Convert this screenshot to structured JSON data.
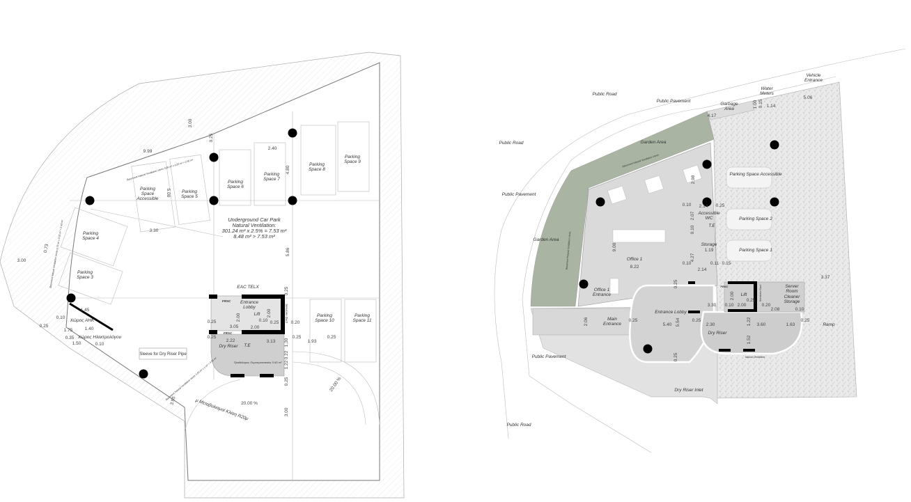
{
  "basement_plan": {
    "parking_spaces": [
      "Parking Space Accessible",
      "Parking Space 5",
      "Parking Space 6",
      "Parking Space 7",
      "Parking Space 8",
      "Parking Space 9",
      "Parking Space 4",
      "Parking Space 3",
      "Parking Space 10",
      "Parking Space 11"
    ],
    "car_park_note": [
      "Underground Car Park",
      "Natural Ventilation:",
      "301.24 m² x 2.5% = 7.53 m²",
      "8.48 m² > 7.53 m²"
    ],
    "rooms": {
      "entrance_lobby": "Entrance Lobby",
      "lift": "Lift",
      "dry_riser": "Dry Riser",
      "te": "T.E",
      "eac_telx": "EAC  TELX",
      "frsc": "FRSC",
      "services_duct": "Services Duct",
      "ahk": "Χώρος ΑΗΚ",
      "generator": "Χώρος Ηλεκτρολόγου",
      "stair_note": "Προθάλαμος Πυροπροστασίας 5.60 m²"
    },
    "callout": "Sleeve for Dry Riser Pipe",
    "vent_notes": [
      "Basement Natural Ventilation Vents 9.09 m² x 0.25 m² = 2.50 m²",
      "Basement Natural Ventilation Vents 9.73 m² x 0.25 m² = 2.43 m²",
      "Basement Natural Ventilation Vents 3.55 m² x 1 m² = 3.55 m²"
    ],
    "ramp_note": "μ Μεταβολισμοί Κλίση R20μ",
    "slopes": [
      "20.00 %",
      "20.00 %"
    ],
    "dimensions": [
      "9.99",
      "3.00",
      "0.25",
      "2.40",
      "4.80",
      "5.00",
      "3.30",
      "5.86",
      "0.73",
      "3.00",
      "0.25",
      "0.10",
      "1.45",
      "1.75",
      "1.40",
      "0.35",
      "1.50",
      "0.10",
      "0.25",
      "3.05",
      "2.00",
      "0.10",
      "2.00",
      "0.25",
      "0.20",
      "2.00",
      "0.25",
      "2.22",
      "3.13",
      "1.30",
      "0.25",
      "1.93",
      "0.25",
      "0.22",
      "1.22",
      "0.25",
      "3.55",
      "3.00",
      "0.25"
    ]
  },
  "ground_plan": {
    "labels": {
      "public_road_1": "Public Road",
      "public_road_2": "Public Road",
      "public_road_3": "Public Road",
      "public_pavement_1": "Public Pavement",
      "public_pavement_2": "Public Pavement",
      "public_pavement_3": "Public Pavement",
      "vehicle_entrance": "Vehicle Entrance",
      "water_meters": "Water Meters",
      "garbage_area": "Garbage Area",
      "garden_area_1": "Garden Area",
      "garden_area_2": "Garden Area",
      "vent_strip_1": "Basement Natural Ventilation Vents",
      "vent_strip_2": "Basement Natural Ventilation Vents",
      "office_1": "Office 1",
      "office_1_entrance": "Office 1 Entrance",
      "main_entrance": "Main Entrance",
      "entrance_lobby": "Entrance Lobby",
      "accessible_wc": "Accessible WC",
      "te": "T.E",
      "storage": "Storage",
      "lift": "Lift",
      "frsc": "FRSC",
      "services_duct": "Services Duct",
      "server_room": "Server Room",
      "cleaner_storage": "Cleaner Storage",
      "dry_riser": "Dry Riser",
      "dry_riser_inlet": "Dry Riser Inlet",
      "natural_ventilation": "Natural Ventilation",
      "ramp": "Ramp",
      "parking_accessible": "Parking Space Accessible",
      "parking_2": "Parking Space 2",
      "parking_1": "Parking Space 1"
    },
    "dimensions": [
      "5.06",
      "4.17",
      "1.00",
      "0.15",
      "1.14",
      "2.98",
      "0.10",
      "2.14",
      "0.25",
      "2.07",
      "0.10",
      "9.00",
      "4.27",
      "1.19",
      "8.22",
      "0.10",
      "2.14",
      "0.11",
      "0.15",
      "3.37",
      "2.00",
      "0.10",
      "2.00",
      "0.25",
      "0.20",
      "2.08",
      "0.10",
      "3.30",
      "2.06",
      "0.25",
      "5.40",
      "5.54",
      "0.25",
      "2.30",
      "3.60",
      "1.63",
      "0.25",
      "1.22",
      "1.52",
      "0.25",
      "0.25"
    ]
  },
  "colors": {
    "garden": "#a9b5a2",
    "floor": "#d9d9d9",
    "gravel": "#e6e6e6",
    "lobby": "#cfcfcf"
  }
}
